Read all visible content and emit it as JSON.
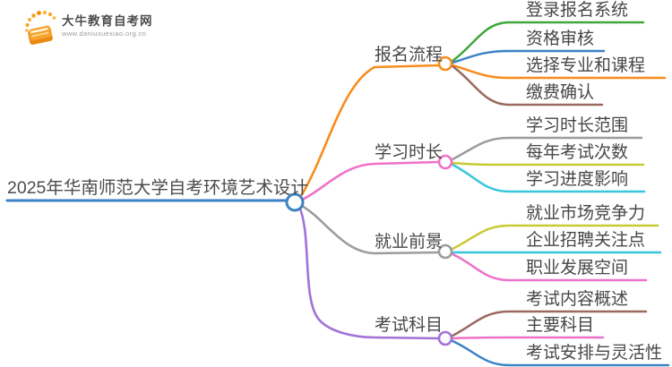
{
  "logo": {
    "site_name": "大牛教育自考网",
    "site_url": "www.daniuxuexiao.org.cn",
    "icon": "book-icon",
    "icon_color": "#f7941d"
  },
  "mindmap": {
    "central": {
      "label": "2025年华南师范大学自考环境艺术设计",
      "color": "#3b82c4"
    },
    "branches": [
      {
        "label": "报名流程",
        "color": "#f78c1e",
        "children": [
          {
            "label": "登录报名系统",
            "color": "#3fa73c"
          },
          {
            "label": "资格审核",
            "color": "#3b82c4"
          },
          {
            "label": "选择专业和课程",
            "color": "#f78c1e"
          },
          {
            "label": "缴费确认",
            "color": "#9a6a5f"
          }
        ]
      },
      {
        "label": "学习时长",
        "color": "#ee72c7",
        "children": [
          {
            "label": "学习时长范围",
            "color": "#9c9c9c"
          },
          {
            "label": "每年考试次数",
            "color": "#c7cb32"
          },
          {
            "label": "学习进度影响",
            "color": "#38c6dd"
          }
        ]
      },
      {
        "label": "就业前景",
        "color": "#9c9c9c",
        "children": [
          {
            "label": "就业市场竞争力",
            "color": "#c7cb32"
          },
          {
            "label": "企业招聘关注点",
            "color": "#38c6dd"
          },
          {
            "label": "职业发展空间",
            "color": "#ee72c7"
          }
        ]
      },
      {
        "label": "考试科目",
        "color": "#a272d8",
        "children": [
          {
            "label": "考试内容概述",
            "color": "#9a6a5f"
          },
          {
            "label": "主要科目",
            "color": "#ee72c7"
          },
          {
            "label": "考试安排与灵活性",
            "color": "#3b82c4"
          }
        ]
      }
    ]
  }
}
